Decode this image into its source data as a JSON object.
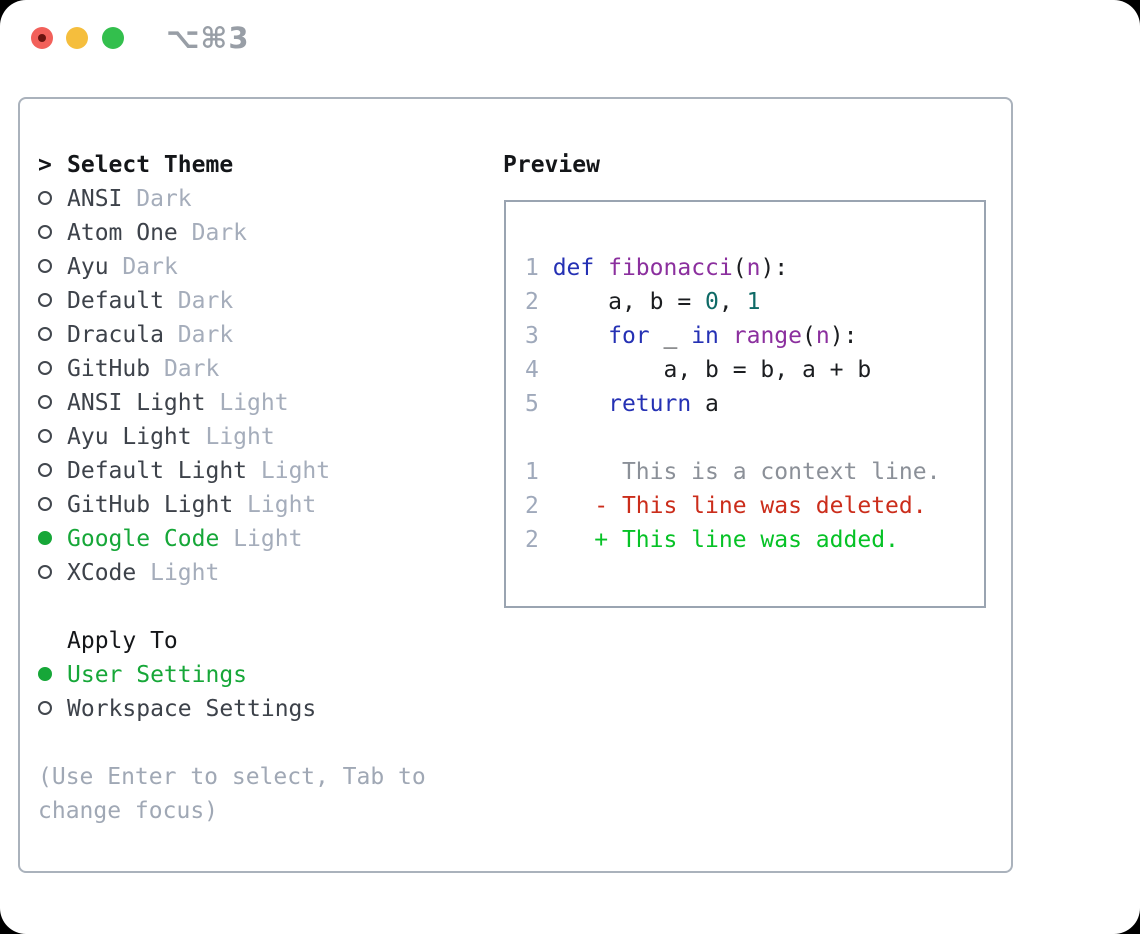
{
  "window": {
    "title": "⌥⌘3"
  },
  "theme_panel": {
    "header": {
      "prompt": ">",
      "label": "Select Theme"
    },
    "items": [
      {
        "name": "ANSI",
        "variant": "Dark",
        "selected": false
      },
      {
        "name": "Atom One",
        "variant": "Dark",
        "selected": false
      },
      {
        "name": "Ayu",
        "variant": "Dark",
        "selected": false
      },
      {
        "name": "Default",
        "variant": "Dark",
        "selected": false
      },
      {
        "name": "Dracula",
        "variant": "Dark",
        "selected": false
      },
      {
        "name": "GitHub",
        "variant": "Dark",
        "selected": false
      },
      {
        "name": "ANSI Light",
        "variant": "Light",
        "selected": false
      },
      {
        "name": "Ayu Light",
        "variant": "Light",
        "selected": false
      },
      {
        "name": "Default Light",
        "variant": "Light",
        "selected": false
      },
      {
        "name": "GitHub Light",
        "variant": "Light",
        "selected": false
      },
      {
        "name": "Google Code",
        "variant": "Light",
        "selected": true
      },
      {
        "name": "XCode",
        "variant": "Light",
        "selected": false
      }
    ],
    "apply_to": {
      "label": "Apply To",
      "options": [
        {
          "name": "User Settings",
          "selected": true
        },
        {
          "name": "Workspace Settings",
          "selected": false
        }
      ]
    },
    "help_lines": [
      "(Use Enter to select, Tab to",
      "change focus)"
    ]
  },
  "preview": {
    "label": "Preview",
    "code_lines": [
      {
        "num": "1",
        "tokens": [
          [
            "kw",
            "def"
          ],
          [
            "pl",
            " "
          ],
          [
            "fn",
            "fibonacci"
          ],
          [
            "pl",
            "("
          ],
          [
            "fn",
            "n"
          ],
          [
            "pl",
            "):"
          ]
        ]
      },
      {
        "num": "2",
        "tokens": [
          [
            "pl",
            "    a, b = "
          ],
          [
            "num",
            "0"
          ],
          [
            "pl",
            ", "
          ],
          [
            "num",
            "1"
          ]
        ]
      },
      {
        "num": "3",
        "tokens": [
          [
            "pl",
            "    "
          ],
          [
            "kw",
            "for"
          ],
          [
            "pl",
            " _ "
          ],
          [
            "kw",
            "in"
          ],
          [
            "pl",
            " "
          ],
          [
            "fn",
            "range"
          ],
          [
            "pl",
            "("
          ],
          [
            "fn",
            "n"
          ],
          [
            "pl",
            "):"
          ]
        ]
      },
      {
        "num": "4",
        "tokens": [
          [
            "pl",
            "        a, b = b, a + b"
          ]
        ]
      },
      {
        "num": "5",
        "tokens": [
          [
            "pl",
            "    "
          ],
          [
            "kw",
            "return"
          ],
          [
            "pl",
            " a"
          ]
        ]
      }
    ],
    "diff_lines": [
      {
        "num": "1",
        "type": "ctx",
        "text": "     This is a context line."
      },
      {
        "num": "2",
        "type": "del",
        "text": "   - This line was deleted."
      },
      {
        "num": "2",
        "type": "add",
        "text": "   + This line was added."
      }
    ]
  },
  "colors": {
    "accent_green": "#16a738",
    "keyword": "#2531b4",
    "function": "#8b2f9e",
    "literal": "#0e6a66",
    "code_plain": "#1b1d20",
    "line_number": "#9fa9bb",
    "context": "#8b9098",
    "deleted": "#cb2d1b",
    "added": "#06c226",
    "muted": "#a5adbb",
    "text": "#3d424a",
    "heading": "#141619",
    "help": "#a0a8b5",
    "radio_ring": "#42474e",
    "panel_border": "#aab2bc",
    "preview_border": "#9aa4b1",
    "title_gray": "#989ea6",
    "traffic_red": "#f2605a",
    "traffic_red_dot": "#6b1410",
    "traffic_yellow": "#f5be3d",
    "traffic_green": "#33bf4d"
  }
}
